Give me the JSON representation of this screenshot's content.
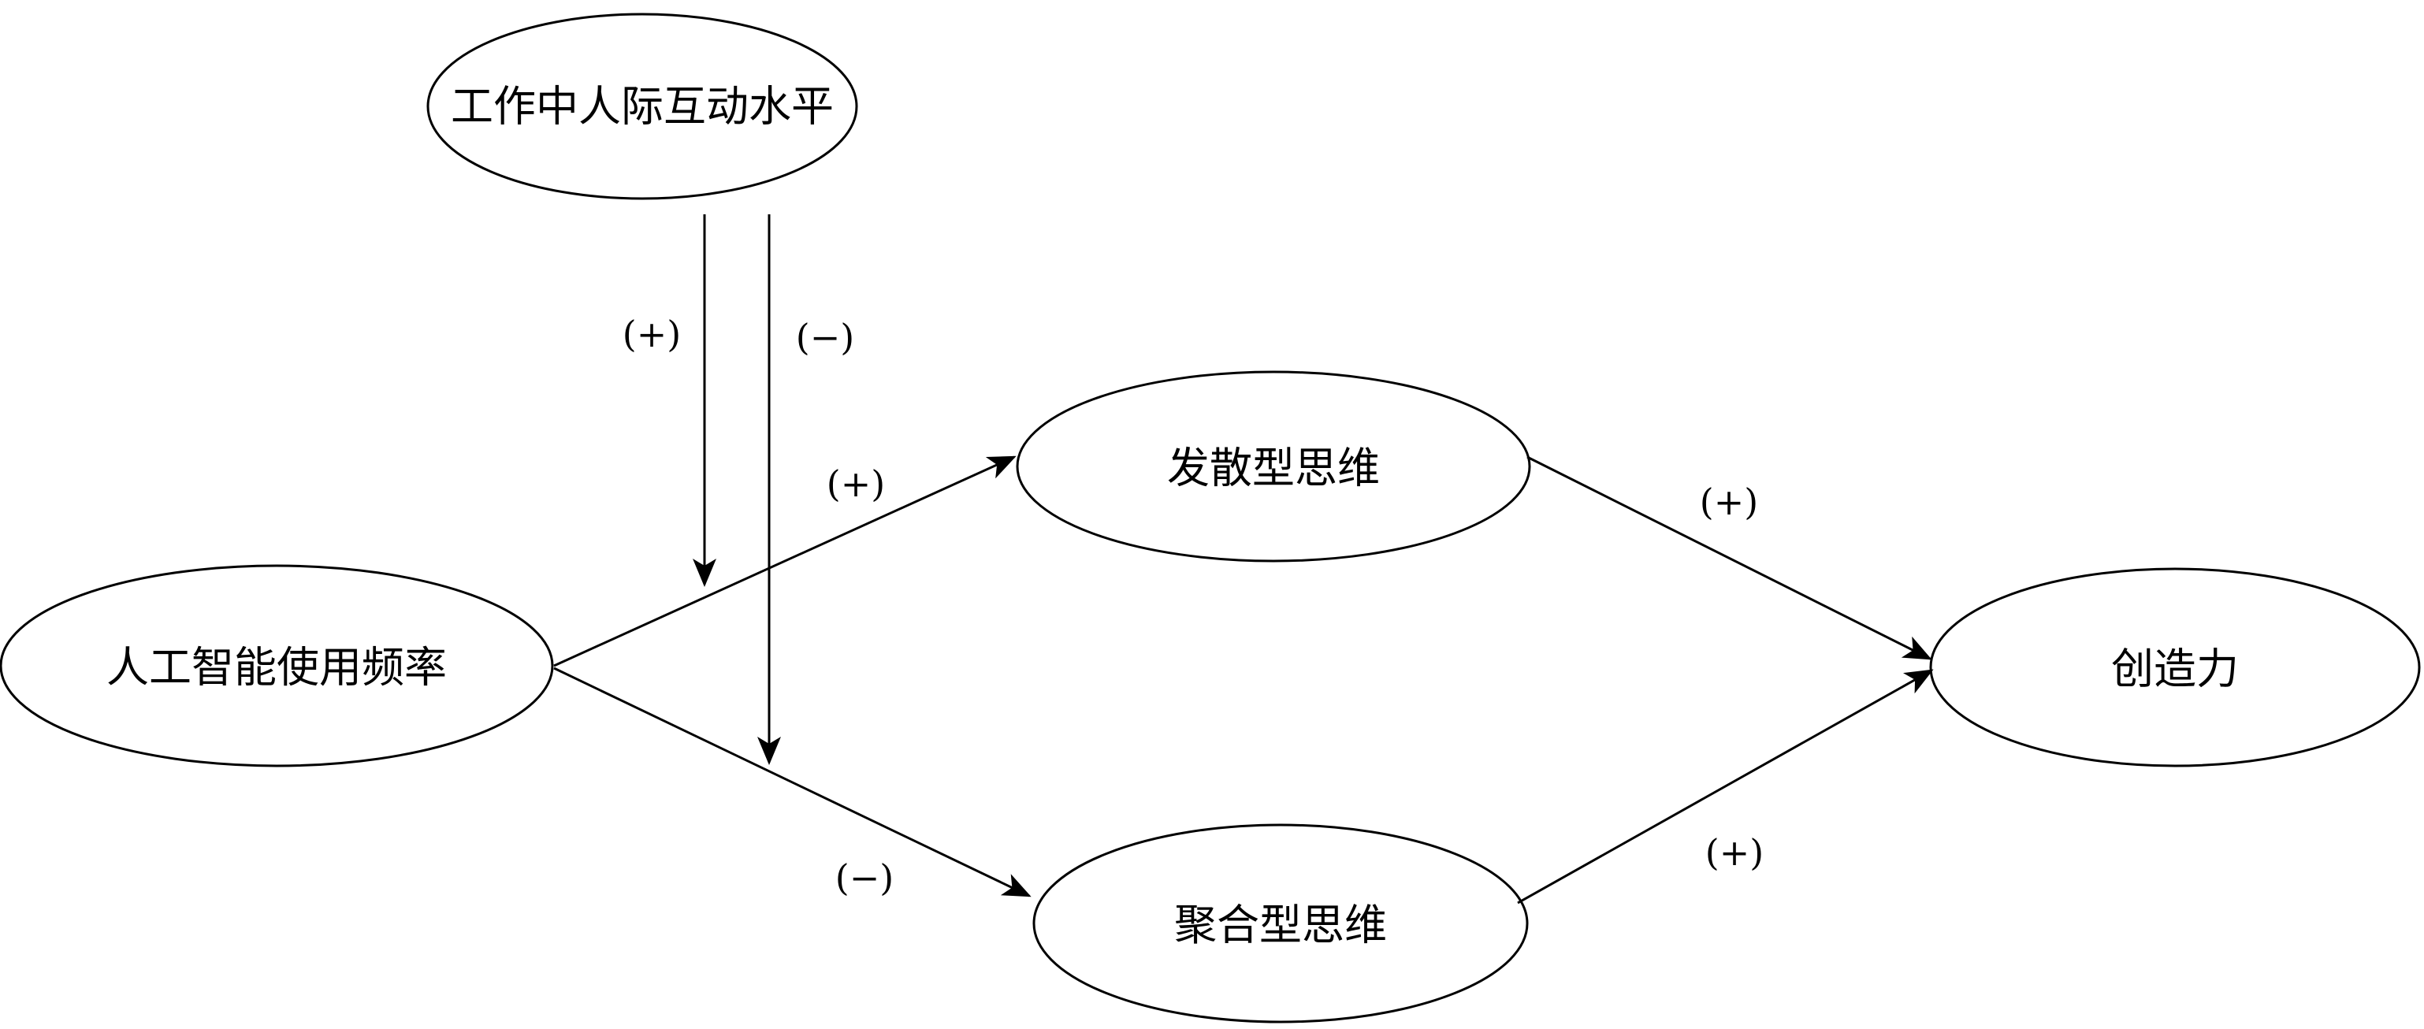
{
  "nodes": {
    "moderator": "工作中人际互动水平",
    "ai_use": "人工智能使用频率",
    "divergent": "发散型思维",
    "convergent": "聚合型思维",
    "creativity": "创造力"
  },
  "signs": {
    "moderator_to_divergent_path": "(+)",
    "moderator_to_convergent_path": "(−)",
    "ai_to_divergent": "(+)",
    "ai_to_convergent": "(−)",
    "divergent_to_creativity": "(+)",
    "convergent_to_creativity": "(+)"
  }
}
